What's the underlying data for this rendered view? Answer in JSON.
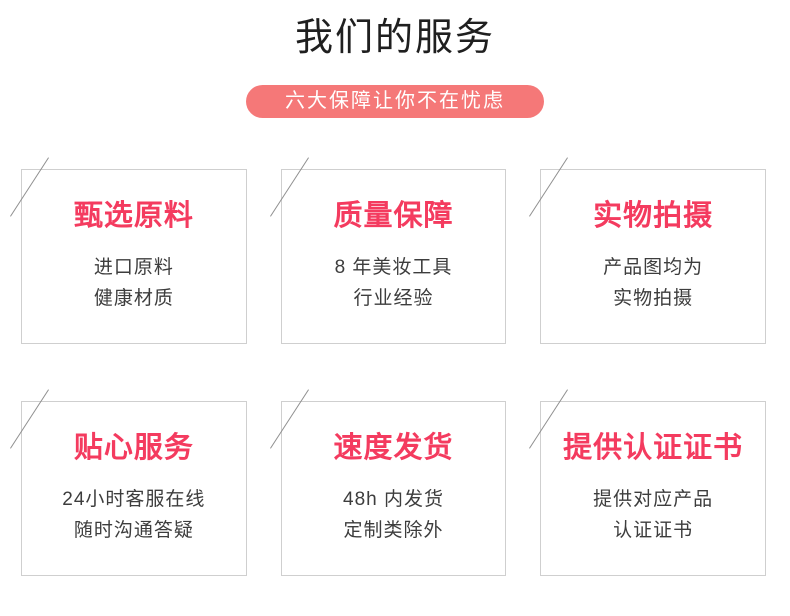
{
  "header": {
    "title": "我们的服务",
    "badge": "六大保障让你不在忧虑"
  },
  "colors": {
    "badge_background": "#f57878",
    "badge_text": "#ffffff",
    "card_title": "#f43b5f",
    "card_border": "#cfcfcf",
    "slash_line": "#8f8f8f",
    "heading_text": "#1f1f1f",
    "body_text": "#3d3d3d"
  },
  "cards": [
    {
      "title": "甄选原料",
      "lines": [
        "进口原料",
        "健康材质"
      ]
    },
    {
      "title": "质量保障",
      "lines": [
        "8 年美妆工具",
        "行业经验"
      ]
    },
    {
      "title": "实物拍摄",
      "lines": [
        "产品图均为",
        "实物拍摄"
      ]
    },
    {
      "title": "贴心服务",
      "lines": [
        "24小时客服在线",
        "随时沟通答疑"
      ]
    },
    {
      "title": "速度发货",
      "lines": [
        "48h 内发货",
        "定制类除外"
      ]
    },
    {
      "title": "提供认证证书",
      "lines": [
        "提供对应产品",
        "认证证书"
      ]
    }
  ]
}
